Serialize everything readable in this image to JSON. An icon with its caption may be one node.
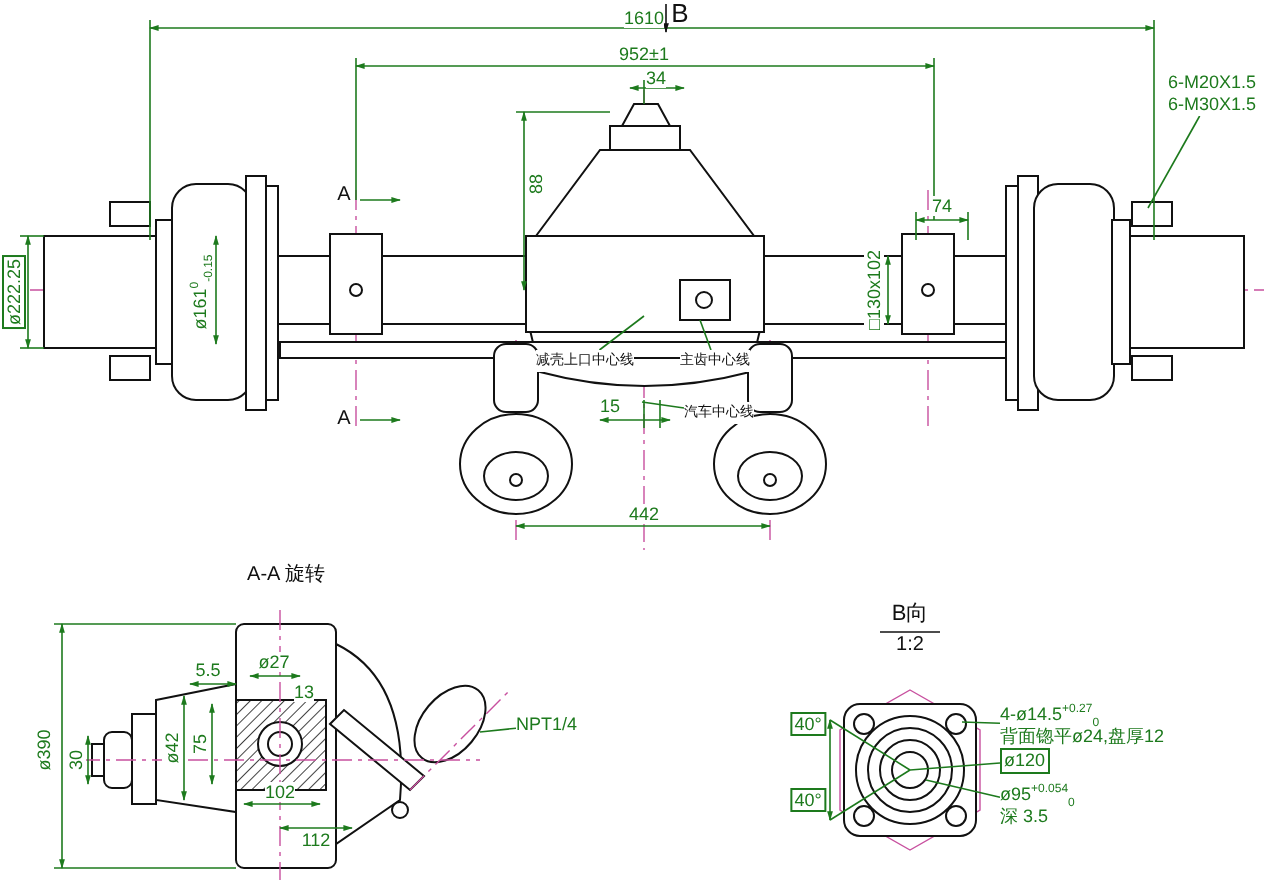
{
  "diagram": {
    "nodes": [
      {
        "text": [
          "6-M20X1.5",
          "6-M30X1.5"
        ]
      },
      {
        "text": [
          "减壳上口中心线"
        ]
      },
      {
        "text": [
          "主齿中心线"
        ]
      },
      {
        "text": [
          "汽车中心线"
        ]
      },
      {
        "text": [
          "NPT1/4"
        ]
      },
      {
        "text": [
          "4-ø14.5$^{+0.27}$$_{0}$",
          "背面锪平ø24,盘厚12"
        ]
      },
      {
        "text": [
          "ø120"
        ]
      },
      {
        "text": [
          "ø95$^{+0.054}$$_{0}$",
          "深 3.5"
        ]
      }
    ],
    "edges": [
      {
        "from": 0,
        "to": null,
        "arrow": "none"
      },
      {
        "from": 1,
        "to": null,
        "arrow": "none"
      },
      {
        "from": 2,
        "to": null,
        "arrow": "none"
      },
      {
        "from": 3,
        "to": null,
        "arrow": "none"
      },
      {
        "from": 4,
        "to": null,
        "arrow": "none"
      },
      {
        "from": 5,
        "to": null,
        "arrow": "none"
      },
      {
        "from": 6,
        "to": null,
        "arrow": "none"
      },
      {
        "from": 7,
        "to": null,
        "arrow": "none"
      }
    ],
    "labels": [
      "1610",
      "B",
      "952±1",
      "34",
      "88",
      "A",
      "A",
      "ø222.25",
      "ø161$^{0}$$_{-0.15}$",
      "74",
      "□130x102",
      "15",
      "442",
      "A-A 旋转",
      "ø390",
      "30",
      "5.5",
      "ø27",
      "13",
      "ø42",
      "75",
      "102",
      "112",
      "B向",
      "1:2",
      "40°",
      "40°"
    ]
  }
}
